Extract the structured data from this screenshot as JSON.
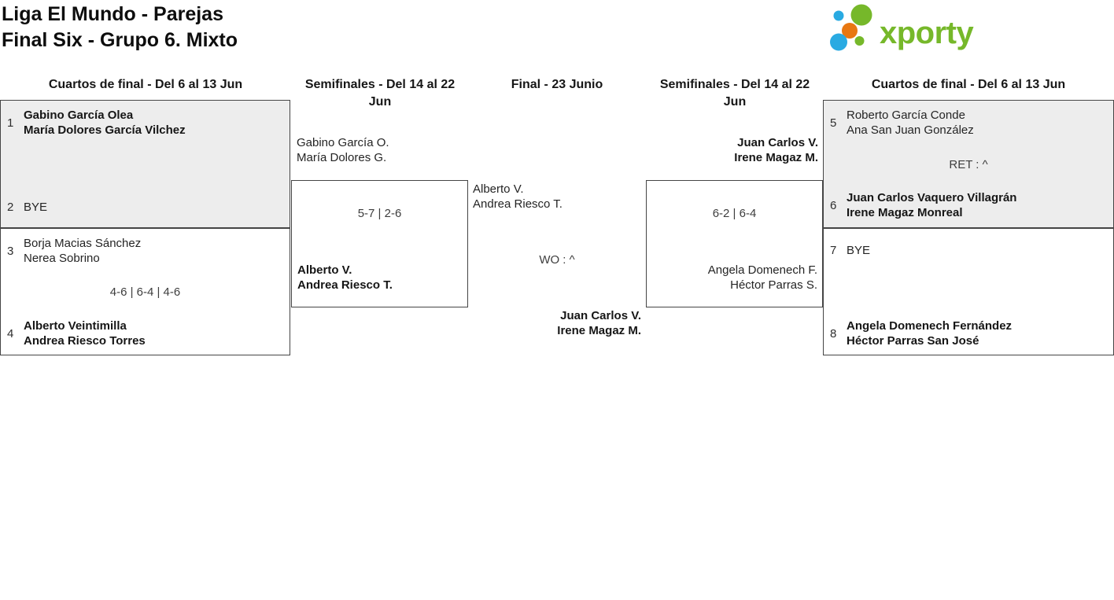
{
  "header": {
    "title_line1": "Liga El Mundo - Parejas",
    "title_line2": "Final Six - Grupo 6. Mixto"
  },
  "logo": {
    "text": "xporty",
    "colors": {
      "green": "#76b82a",
      "blue": "#29aae2",
      "orange": "#e87711"
    }
  },
  "rounds": [
    {
      "label": "Cuartos de final - Del 6 al 13 Jun"
    },
    {
      "label": "Semifinales - Del 14 al 22 Jun"
    },
    {
      "label": "Final - 23 Junio"
    },
    {
      "label": "Semifinales - Del 14 al 22 Jun"
    },
    {
      "label": "Cuartos de final - Del 6 al 13 Jun"
    }
  ],
  "colors": {
    "match_highlight_bg": "#ededed",
    "match_border": "#454545"
  },
  "matches": {
    "qf_left_top": {
      "seed1": "1",
      "team1_p1": "Gabino García Olea",
      "team1_p2": "María Dolores García Vilchez",
      "seed2": "2",
      "team2_p1": "BYE"
    },
    "qf_left_bottom": {
      "seed1": "3",
      "team1_p1": "Borja Macias Sánchez",
      "team1_p2": "Nerea Sobrino",
      "score": "4-6 | 6-4 | 4-6",
      "seed2": "4",
      "team2_p1": "Alberto Veintimilla",
      "team2_p2": "Andrea Riesco Torres"
    },
    "sf_left": {
      "team1_p1": "Gabino García O.",
      "team1_p2": "María Dolores G.",
      "score": "5-7 | 2-6",
      "team2_p1": "Alberto V.",
      "team2_p2": "Andrea Riesco T."
    },
    "final": {
      "team1_p1": "Alberto V.",
      "team1_p2": "Andrea Riesco T.",
      "score": "WO : ^",
      "team2_p1": "Juan Carlos V.",
      "team2_p2": "Irene Magaz M."
    },
    "sf_right": {
      "team1_p1": "Juan Carlos V.",
      "team1_p2": "Irene Magaz M.",
      "score": "6-2 | 6-4",
      "team2_p1": "Angela Domenech F.",
      "team2_p2": "Héctor Parras S."
    },
    "qf_right_top": {
      "seed1": "5",
      "team1_p1": "Roberto García Conde",
      "team1_p2": "Ana San Juan González",
      "score": "RET : ^",
      "seed2": "6",
      "team2_p1": "Juan Carlos Vaquero Villagrán",
      "team2_p2": "Irene Magaz Monreal"
    },
    "qf_right_bottom": {
      "seed1": "7",
      "team1_p1": "BYE",
      "seed2": "8",
      "team2_p1": "Angela Domenech Fernández",
      "team2_p2": "Héctor Parras San José"
    }
  }
}
